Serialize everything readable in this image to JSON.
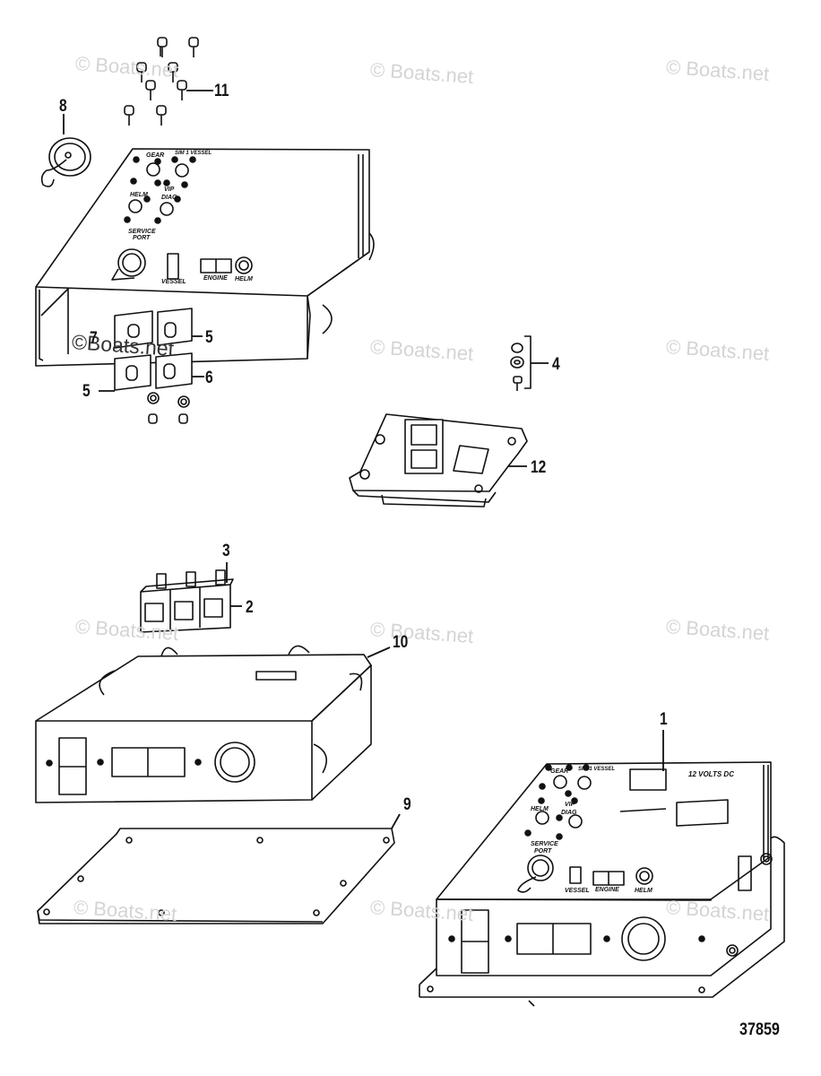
{
  "watermark": {
    "text": "© Boats.net",
    "featured": "©Boats.net"
  },
  "callouts": {
    "c1": "1",
    "c2": "2",
    "c3": "3",
    "c4": "4",
    "c5a": "5",
    "c5b": "5",
    "c6": "6",
    "c7": "7",
    "c8": "8",
    "c9": "9",
    "c10": "10",
    "c11": "11",
    "c12": "12"
  },
  "module_labels": {
    "gear": "GEAR",
    "sim": "SIM 1 VESSEL",
    "helm_led": "HELM",
    "vip": "VIP",
    "diag": "DIAG",
    "service": "SERVICE",
    "port": "PORT",
    "vessel": "VESSEL",
    "engine": "ENGINE",
    "helm_conn": "HELM",
    "volts": "12 VOLTS DC"
  },
  "figure_number": "37859",
  "colors": {
    "line": "#111111",
    "watermark": "#d4d4d4",
    "background": "#ffffff"
  }
}
